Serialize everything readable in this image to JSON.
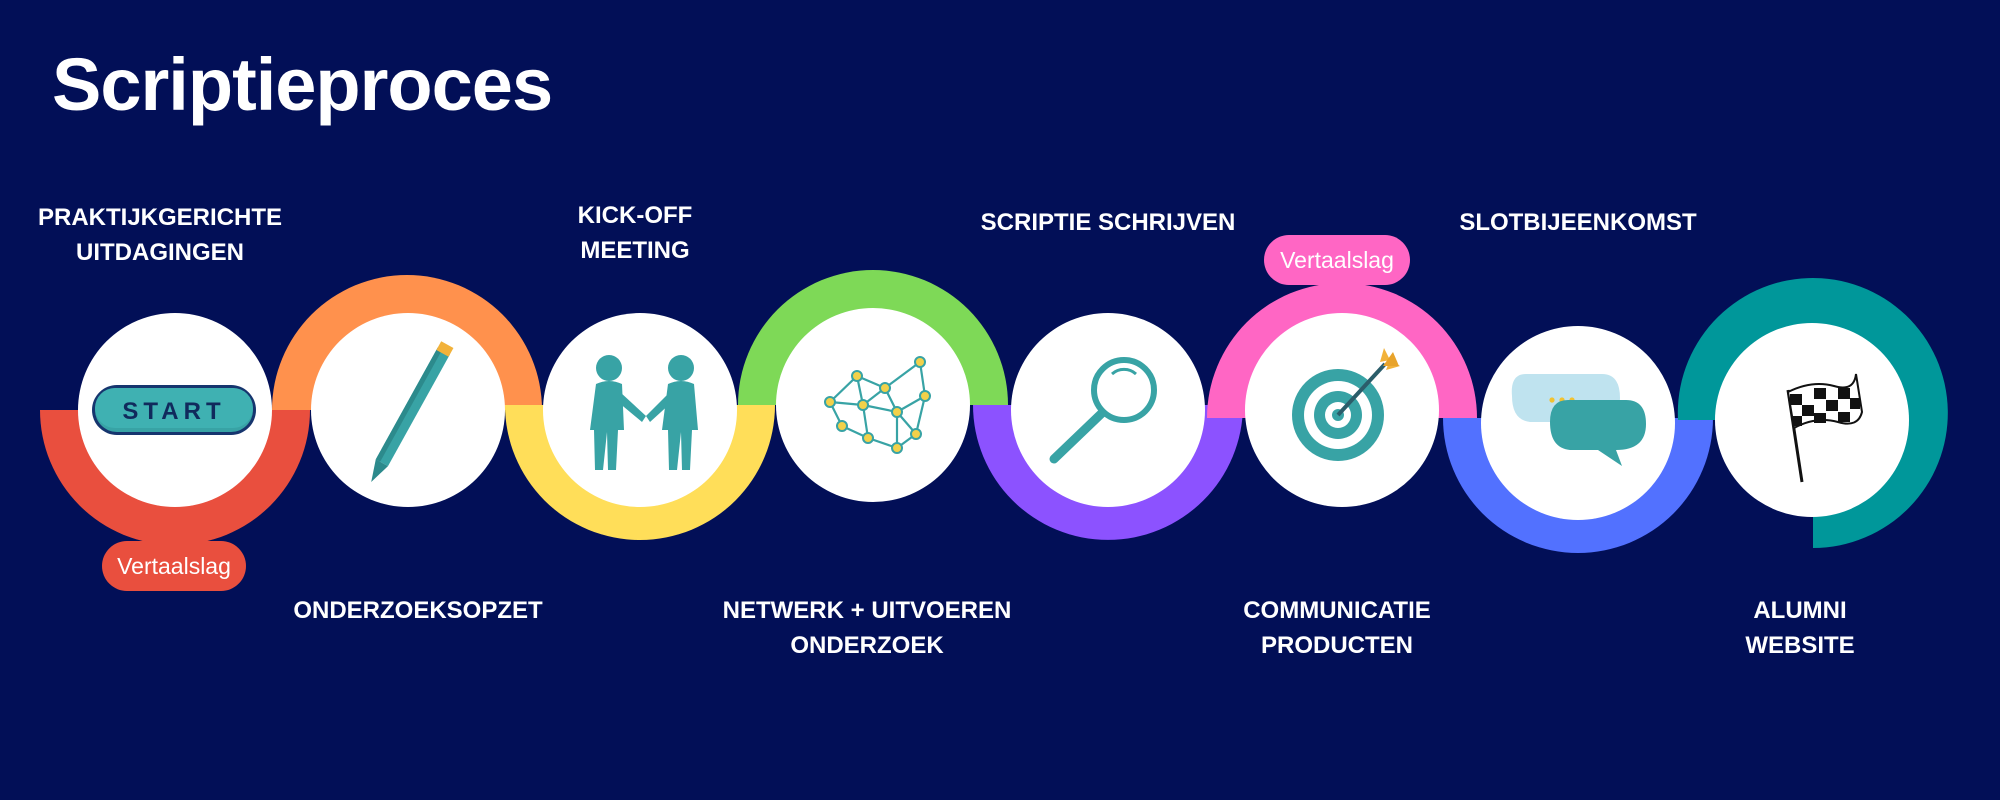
{
  "title": "Scriptieproces",
  "start_label": "START",
  "colors": {
    "background": "#020f57",
    "arc_red": "#e94f3e",
    "arc_orange": "#ff914d",
    "arc_yellow": "#ffde59",
    "arc_green": "#7ed957",
    "arc_purple": "#8c52ff",
    "arc_pink": "#ff66c4",
    "arc_blue": "#5271ff",
    "arc_teal": "#00979a",
    "icon_teal": "#38a3a5",
    "badge_red": "#e94f3e",
    "badge_pink": "#ff66c4"
  },
  "steps": [
    {
      "label": "PRAKTIJKGERICHTE\nUITDAGINGEN",
      "icon": "start-button-icon"
    },
    {
      "label": "ONDERZOEKSOPZET",
      "icon": "pencil-icon"
    },
    {
      "label": "KICK-OFF\nMEETING",
      "icon": "people-handshake-icon"
    },
    {
      "label": "NETWERK + UITVOEREN\nONDERZOEK",
      "icon": "network-icon"
    },
    {
      "label": "SCRIPTIE SCHRIJVEN",
      "icon": "magnifier-icon"
    },
    {
      "label": "COMMUNICATIE\nPRODUCTEN",
      "icon": "target-icon"
    },
    {
      "label": "SLOTBIJEENKOMST",
      "icon": "chat-bubbles-icon"
    },
    {
      "label": "ALUMNI\nWEBSITE",
      "icon": "checkered-flag-icon"
    }
  ],
  "badges": [
    {
      "text": "Vertaalslag"
    },
    {
      "text": "Vertaalslag"
    }
  ]
}
